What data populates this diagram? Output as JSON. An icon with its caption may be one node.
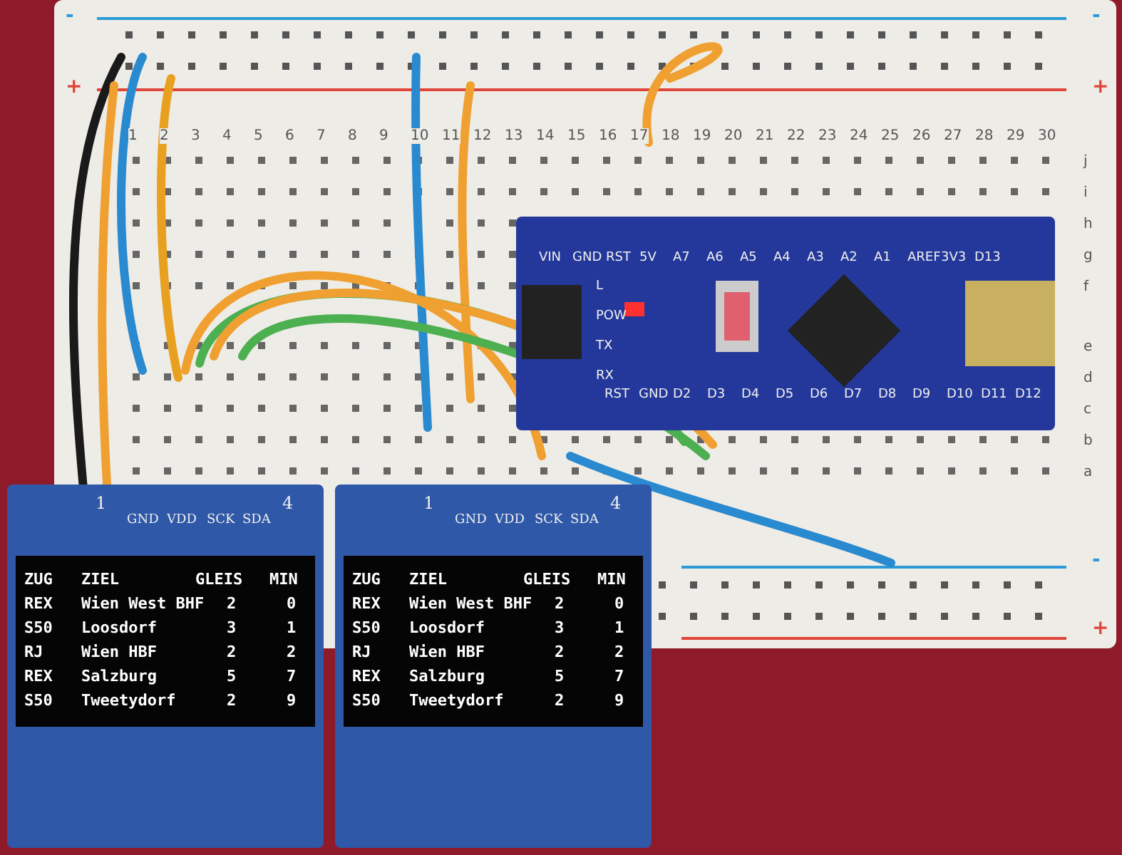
{
  "diagram": {
    "nodes": [
      {
        "text": [
          "VIN",
          "GND",
          "RST",
          "5V",
          "A7",
          "A6",
          "A5",
          "A4",
          "A3",
          "A2",
          "A1",
          "AREF",
          "3V3",
          "D13",
          "L",
          "POW",
          "TX",
          "RX",
          "RST",
          "GND",
          "D2",
          "D3",
          "D4",
          "D5",
          "D6",
          "D7",
          "D8",
          "D9",
          "D10",
          "D11",
          "D12"
        ]
      },
      {
        "text": [
          "1",
          "GND",
          "VDD",
          "SCK",
          "SDA",
          "4",
          "ZUG",
          "ZIEL",
          "GLEIS",
          "MIN",
          "REX",
          "Wien West BHF",
          "2",
          "0",
          "S50",
          "Loosdorf",
          "3",
          "1",
          "RJ",
          "Wien HBF",
          "2",
          "2",
          "REX",
          "Salzburg",
          "5",
          "7",
          "S50",
          "Tweetydorf",
          "2",
          "9"
        ]
      },
      {
        "text": [
          "1",
          "GND",
          "VDD",
          "SCK",
          "SDA",
          "4",
          "ZUG",
          "ZIEL",
          "GLEIS",
          "MIN",
          "REX",
          "Wien West BHF",
          "2",
          "0",
          "S50",
          "Loosdorf",
          "3",
          "1",
          "RJ",
          "Wien HBF",
          "2",
          "2",
          "REX",
          "Salzburg",
          "5",
          "7",
          "S50",
          "Tweetydorf",
          "2",
          "9"
        ]
      }
    ],
    "labels": [
      "-",
      "-",
      "+",
      "+",
      "1",
      "2",
      "3",
      "4",
      "5",
      "6",
      "7",
      "8",
      "9",
      "10",
      "11",
      "12",
      "13",
      "14",
      "15",
      "16",
      "17",
      "18",
      "19",
      "20",
      "21",
      "22",
      "23",
      "24",
      "25",
      "26",
      "27",
      "28",
      "29",
      "30",
      "j",
      "i",
      "h",
      "g",
      "f",
      "e",
      "d",
      "c",
      "b",
      "a",
      "-",
      "+"
    ]
  }
}
